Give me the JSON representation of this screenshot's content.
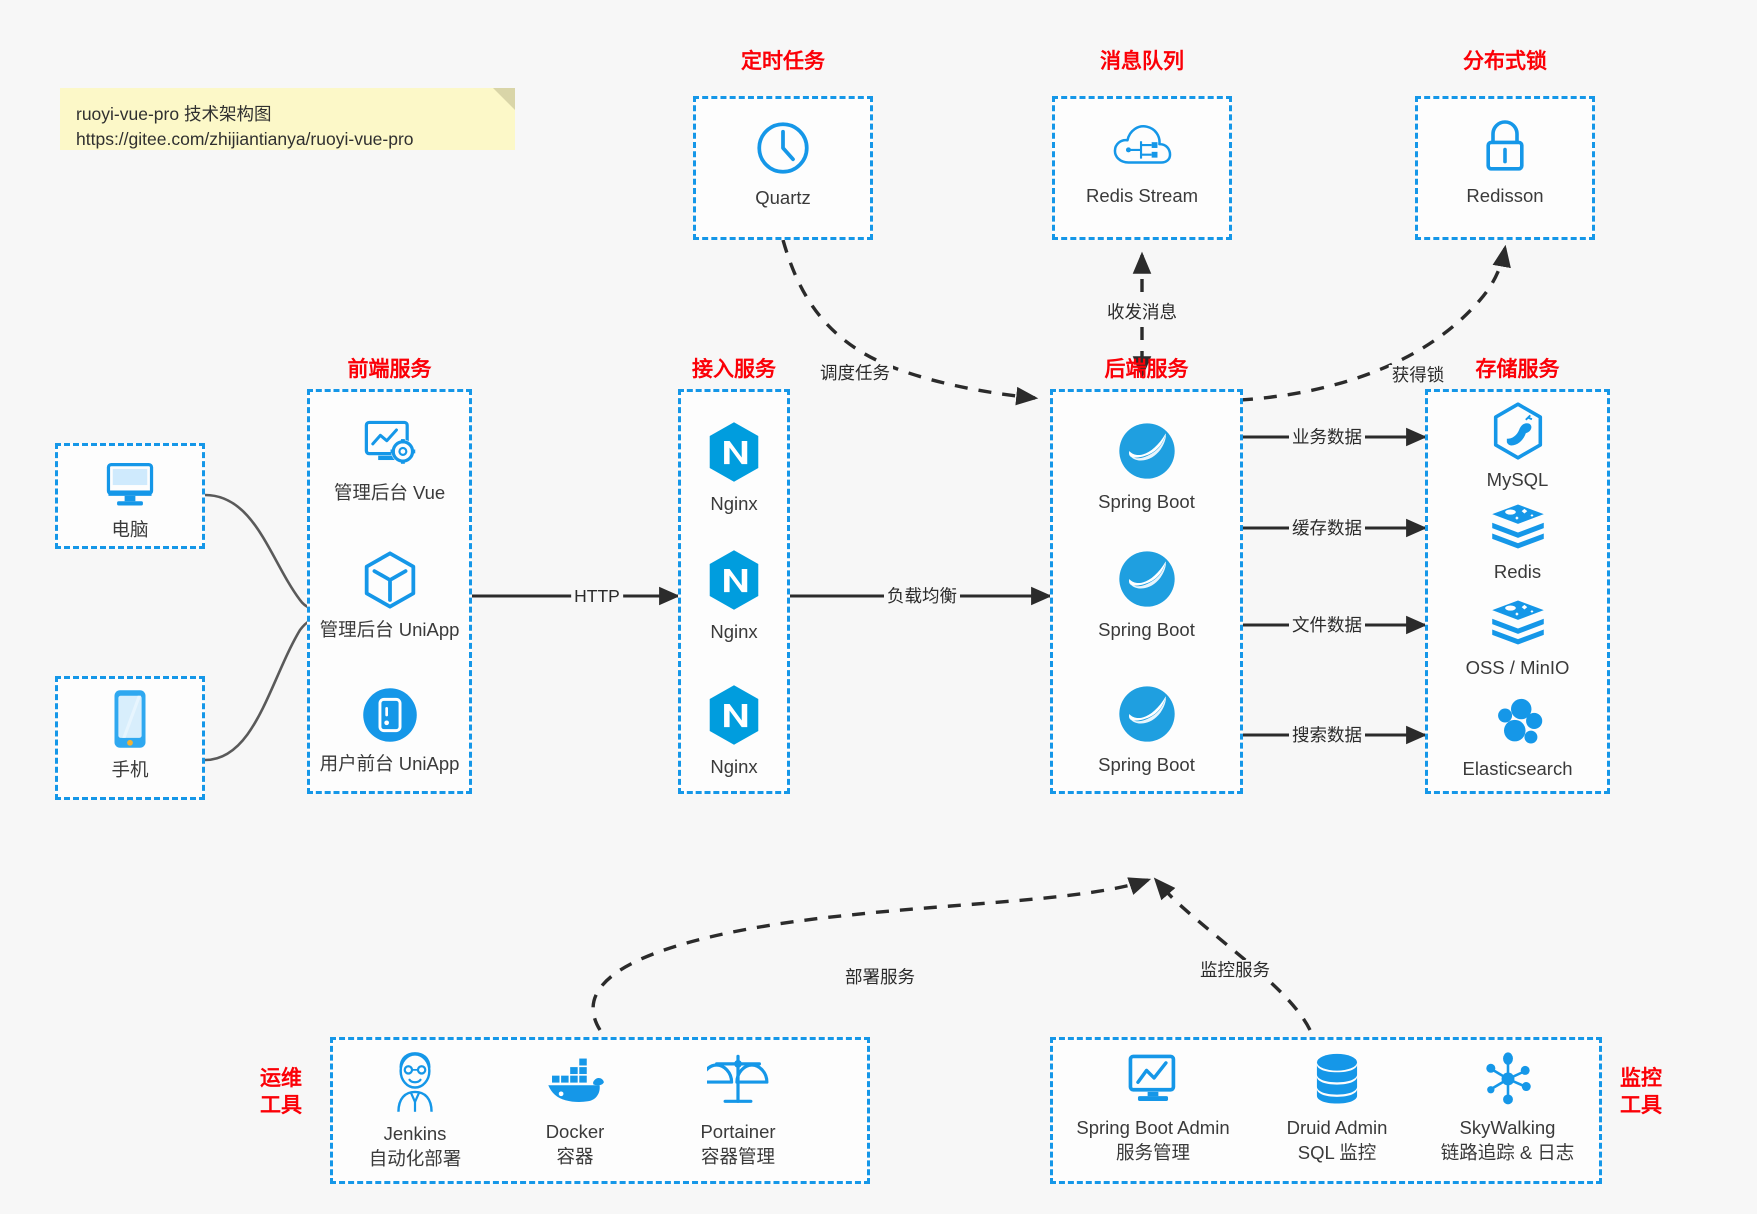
{
  "note": {
    "line1": "ruoyi-vue-pro 技术架构图",
    "line2": "https://gitee.com/zhijiantianya/ruoyi-vue-pro",
    "bg_color": "#fcf8c8"
  },
  "colors": {
    "accent_blue": "#1597e8",
    "title_red": "#fb0007",
    "text": "#3a3a3a",
    "background": "#f7f7f7",
    "edge": "#2b2b2b"
  },
  "groups": {
    "scheduler": {
      "title": "定时任务"
    },
    "mq": {
      "title": "消息队列"
    },
    "lock": {
      "title": "分布式锁"
    },
    "frontend": {
      "title": "前端服务"
    },
    "gateway": {
      "title": "接入服务"
    },
    "backend": {
      "title": "后端服务"
    },
    "storage": {
      "title": "存储服务"
    },
    "devops": {
      "title_line1": "运维",
      "title_line2": "工具"
    },
    "monitor": {
      "title_line1": "监控",
      "title_line2": "工具"
    }
  },
  "nodes": {
    "quartz": {
      "label": "Quartz",
      "icon": "clock-icon"
    },
    "redis_stream": {
      "label": "Redis Stream",
      "icon": "cloud-network-icon"
    },
    "redisson": {
      "label": "Redisson",
      "icon": "lock-icon"
    },
    "pc": {
      "label": "电脑",
      "icon": "monitor-icon"
    },
    "mobile": {
      "label": "手机",
      "icon": "phone-icon"
    },
    "admin_vue": {
      "label": "管理后台 Vue",
      "icon": "dashboard-gear-icon"
    },
    "admin_uniapp": {
      "label": "管理后台 UniApp",
      "icon": "cube-icon"
    },
    "user_uniapp": {
      "label": "用户前台 UniApp",
      "icon": "mobile-app-icon"
    },
    "nginx1": {
      "label": "Nginx",
      "icon": "nginx-icon"
    },
    "nginx2": {
      "label": "Nginx",
      "icon": "nginx-icon"
    },
    "nginx3": {
      "label": "Nginx",
      "icon": "nginx-icon"
    },
    "springboot1": {
      "label": "Spring Boot",
      "icon": "spring-leaf-icon"
    },
    "springboot2": {
      "label": "Spring Boot",
      "icon": "spring-leaf-icon"
    },
    "springboot3": {
      "label": "Spring Boot",
      "icon": "spring-leaf-icon"
    },
    "mysql": {
      "label": "MySQL",
      "icon": "mysql-dolphin-icon"
    },
    "redis": {
      "label": "Redis",
      "icon": "redis-stack-icon"
    },
    "oss": {
      "label": "OSS / MinIO",
      "icon": "redis-stack-icon"
    },
    "elasticsearch": {
      "label": "Elasticsearch",
      "icon": "elasticsearch-icon"
    },
    "jenkins": {
      "label": "Jenkins",
      "sublabel": "自动化部署",
      "icon": "jenkins-butler-icon"
    },
    "docker": {
      "label": "Docker",
      "sublabel": "容器",
      "icon": "docker-whale-icon"
    },
    "portainer": {
      "label": "Portainer",
      "sublabel": "容器管理",
      "icon": "scales-icon"
    },
    "sba": {
      "label": "Spring Boot Admin",
      "sublabel": "服务管理",
      "icon": "monitor-chart-icon"
    },
    "druid": {
      "label": "Druid Admin",
      "sublabel": "SQL 监控",
      "icon": "database-icon"
    },
    "skywalking": {
      "label": "SkyWalking",
      "sublabel": "链路追踪 & 日志",
      "icon": "skywalking-nodes-icon"
    }
  },
  "edges": {
    "http": "HTTP",
    "load_balance": "负载均衡",
    "schedule_task": "调度任务",
    "send_receive_msg": "收发消息",
    "acquire_lock": "获得锁",
    "business_data": "业务数据",
    "cache_data": "缓存数据",
    "file_data": "文件数据",
    "search_data": "搜索数据",
    "deploy_service": "部署服务",
    "monitor_service": "监控服务"
  }
}
